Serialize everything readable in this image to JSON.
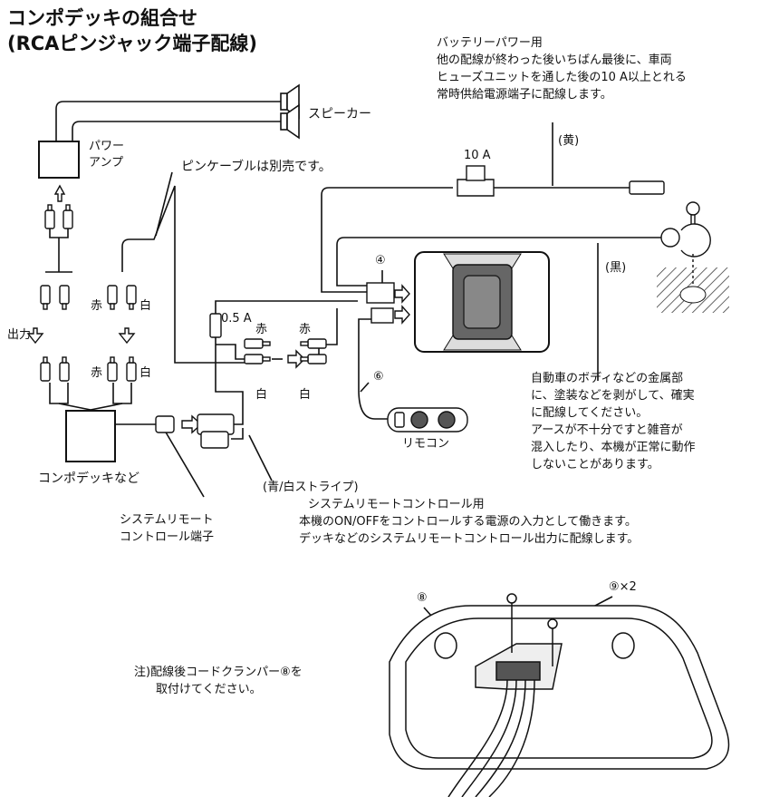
{
  "title": {
    "line1": "コンポデッキの組合せ",
    "line2": "(RCAピンジャック端子配線)"
  },
  "labels": {
    "speaker": "スピーカー",
    "power_amp_line1": "パワー",
    "power_amp_line2": "アンプ",
    "pin_cable_note": "ピンケーブルは別売です。",
    "output": "出力",
    "red": "赤",
    "white": "白",
    "fuse_0_5a": "0.5 A",
    "fuse_10a": "10 A",
    "yellow": "(黄)",
    "black": "(黒)",
    "connector_4": "④",
    "connector_6": "⑥",
    "remote": "リモコン",
    "component_deck": "コンポデッキなど",
    "system_remote_terminal_line1": "システムリモート",
    "system_remote_terminal_line2": "コントロール端子",
    "blue_white_stripe": "(青/白ストライプ)",
    "part_8": "⑧",
    "part_9": "⑨×2"
  },
  "battery_note": [
    "バッテリーパワー用",
    "他の配線が終わった後いちばん最後に、車両",
    "ヒューズユニットを通した後の10 A以上とれる",
    "常時供給電源端子に配線します。"
  ],
  "ground_note": [
    "自動車のボディなどの金属部",
    "に、塗装などを剥がして、確実",
    "に配線してください。",
    "アースが不十分ですと雑音が",
    "混入したり、本機が正常に動作",
    "しないことがあります。"
  ],
  "system_remote_note": [
    "システムリモートコントロール用",
    "本機のON/OFFをコントロールする電源の入力として働きます。",
    "デッキなどのシステムリモートコントロール出力に配線します。"
  ],
  "clamp_note": [
    "注)配線後コードクランパー⑧を",
    "取付けてください。"
  ]
}
